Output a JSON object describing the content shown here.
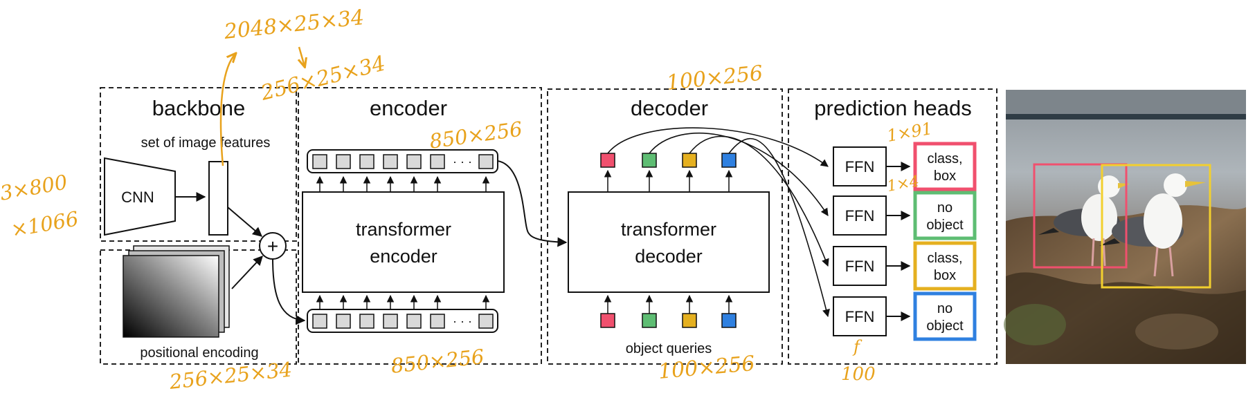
{
  "sections": {
    "backbone": "backbone",
    "backbone_features": "set of image features",
    "cnn": "CNN",
    "positional": "positional encoding",
    "encoder": "encoder",
    "decoder": "decoder",
    "heads": "prediction heads"
  },
  "blocks": {
    "transformer_encoder": [
      "transformer",
      "encoder"
    ],
    "transformer_decoder": [
      "transformer",
      "decoder"
    ],
    "object_queries": "object queries",
    "ellipsis": "· · ·",
    "plus": "+"
  },
  "query_colors": [
    "#f0506e",
    "#5ebd73",
    "#e5b020",
    "#2f80e0"
  ],
  "ffn_label": "FFN",
  "head_outputs": [
    {
      "lines": [
        "class,",
        "box"
      ],
      "color": "#f0506e"
    },
    {
      "lines": [
        "no",
        "object"
      ],
      "color": "#5ebd73"
    },
    {
      "lines": [
        "class,",
        "box"
      ],
      "color": "#e5b020"
    },
    {
      "lines": [
        "no",
        "object"
      ],
      "color": "#2f80e0"
    }
  ],
  "photo": {
    "box_colors": [
      "#f0506e",
      "#f2cf2e"
    ]
  },
  "annotations": {
    "backbone_out": "2048×25×34",
    "proj_out": "256×25×34",
    "image_in_1": "3×800",
    "image_in_2": "×1066",
    "enc_top": "850×256",
    "enc_bottom": "850×256",
    "pos_enc": "256×25×34",
    "dec_top": "100×256",
    "dec_bottom": "100×256",
    "ffn_top": "1×91",
    "ffn_second": "1×4",
    "ffn_bottom_1": "f",
    "ffn_bottom_2": "100"
  }
}
